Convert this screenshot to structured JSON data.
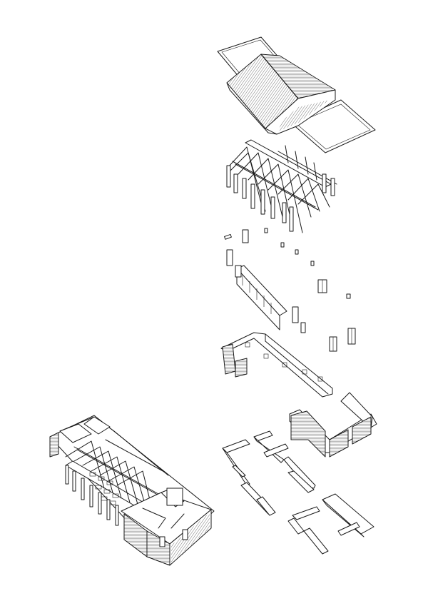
{
  "colors": {
    "background": "#ffffff",
    "ink": "#1a1a1a"
  },
  "layers": [
    {
      "name": "roof"
    },
    {
      "name": "timber-frame"
    },
    {
      "name": "openings"
    },
    {
      "name": "upper-walls"
    },
    {
      "name": "foundation-walls"
    }
  ],
  "assembled_view": {
    "name": "assembled-building"
  }
}
